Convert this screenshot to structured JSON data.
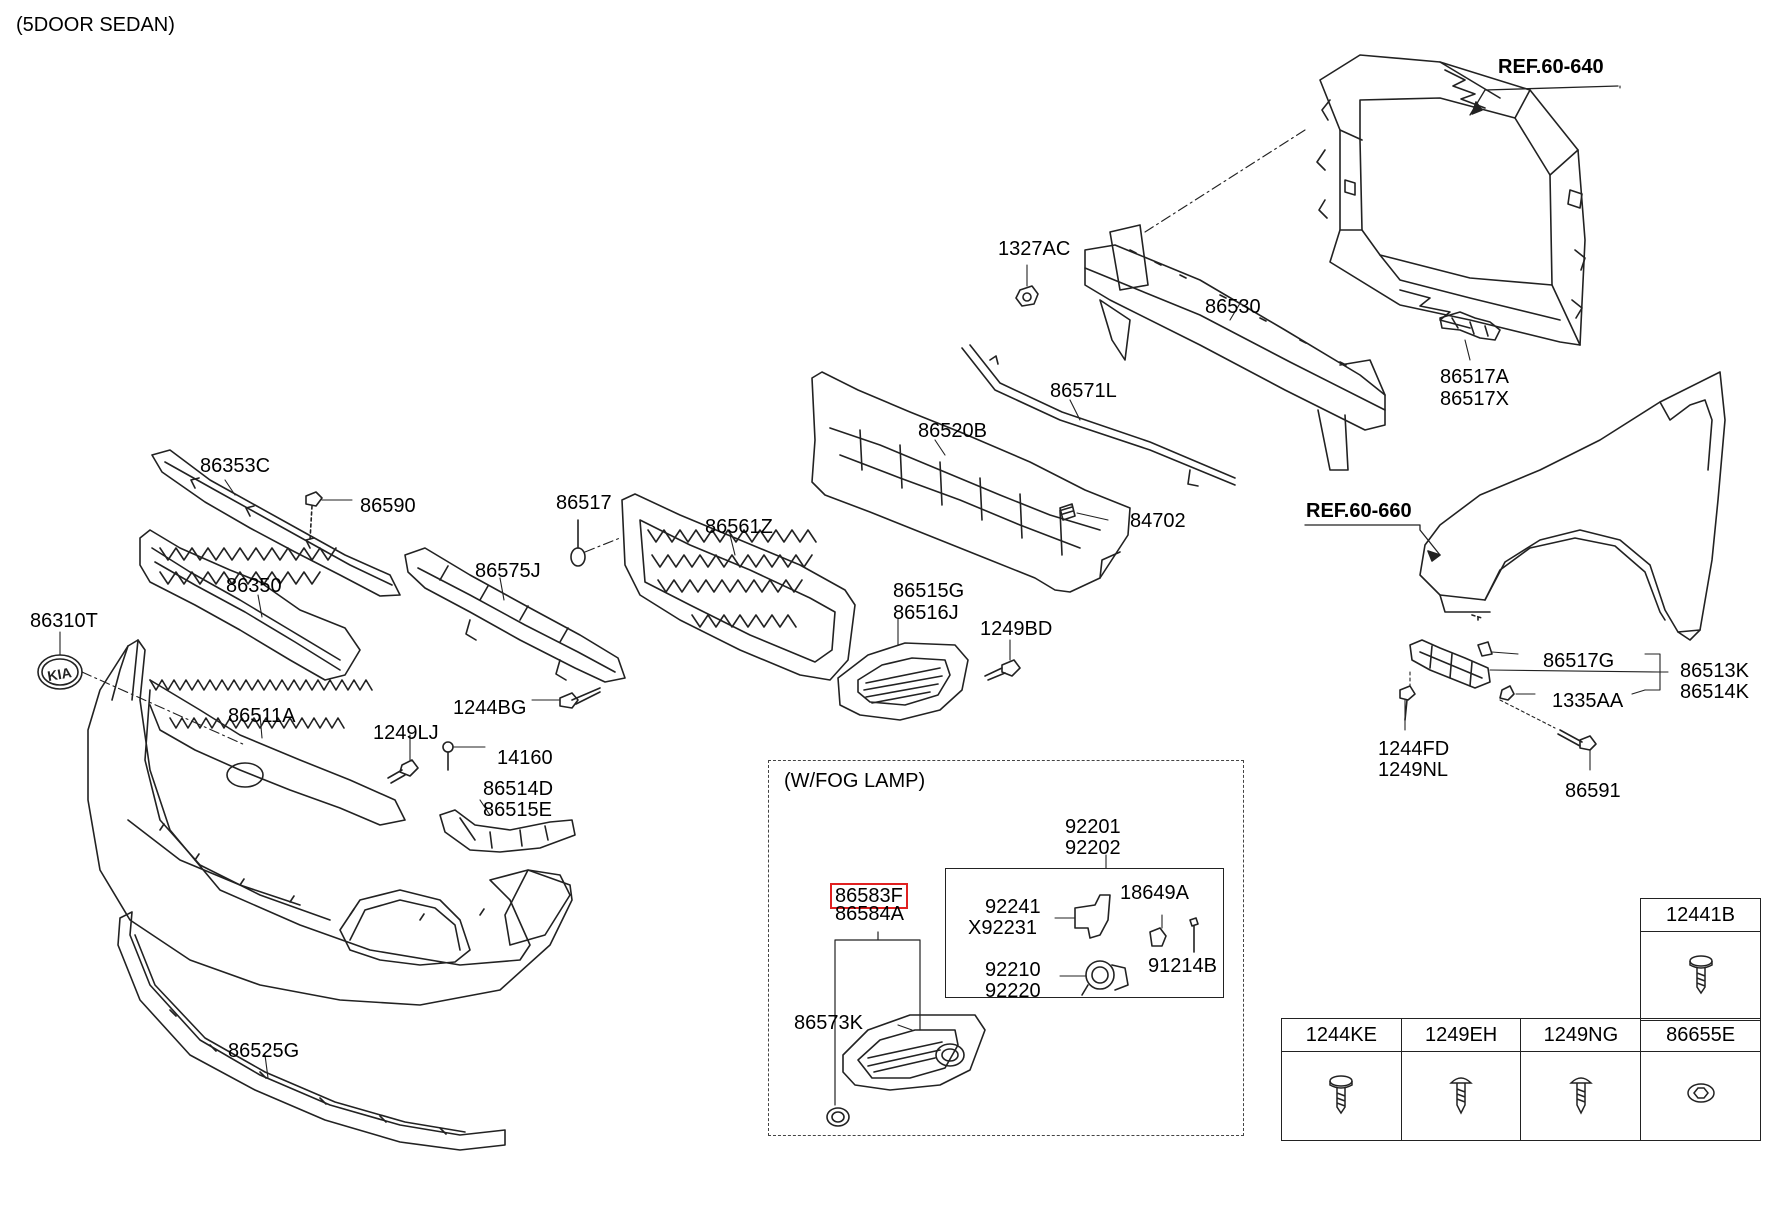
{
  "header": {
    "title": "(5DOOR SEDAN)"
  },
  "fog_lamp_group": {
    "title": "(W/FOG LAMP)"
  },
  "references": [
    {
      "id": "ref-60-640",
      "text": "REF.60-640"
    },
    {
      "id": "ref-60-660",
      "text": "REF.60-660"
    }
  ],
  "labels": {
    "p1327AC": "1327AC",
    "p86530": "86530",
    "p86517A": "86517A",
    "p86517X": "86517X",
    "p86571L": "86571L",
    "p86520B": "86520B",
    "p84702": "84702",
    "p86353C": "86353C",
    "p86590": "86590",
    "p86517": "86517",
    "p86561Z": "86561Z",
    "p86350": "86350",
    "p86575J": "86575J",
    "p86515G": "86515G",
    "p86516J": "86516J",
    "p1249BD": "1249BD",
    "p86310T": "86310T",
    "p1244BG": "1244BG",
    "p86511A": "86511A",
    "p1249LJ": "1249LJ",
    "p14160": "14160",
    "p86514D": "86514D",
    "p86515E": "86515E",
    "p86525G": "86525G",
    "p86517G": "86517G",
    "p86513K": "86513K",
    "p86514K": "86514K",
    "p1335AA": "1335AA",
    "p1244FD": "1244FD",
    "p1249NL": "1249NL",
    "p86591": "86591",
    "p92201": "92201",
    "p92202": "92202",
    "p86583F": "86583F",
    "p86584A": "86584A",
    "p92241": "92241",
    "pX92231": "X92231",
    "p18649A": "18649A",
    "p92210": "92210",
    "p92220": "92220",
    "p91214B": "91214B",
    "p86573K": "86573K"
  },
  "highlighted_part": "86583F",
  "highlight_color": "#e02020",
  "hardware_table": {
    "top": {
      "label": "12441B",
      "icon": "screw-icon"
    },
    "columns": [
      {
        "label": "1244KE",
        "icon": "screw-icon"
      },
      {
        "label": "1249EH",
        "icon": "screw-icon"
      },
      {
        "label": "1249NG",
        "icon": "screw-icon"
      },
      {
        "label": "86655E",
        "icon": "clip-icon"
      }
    ]
  }
}
